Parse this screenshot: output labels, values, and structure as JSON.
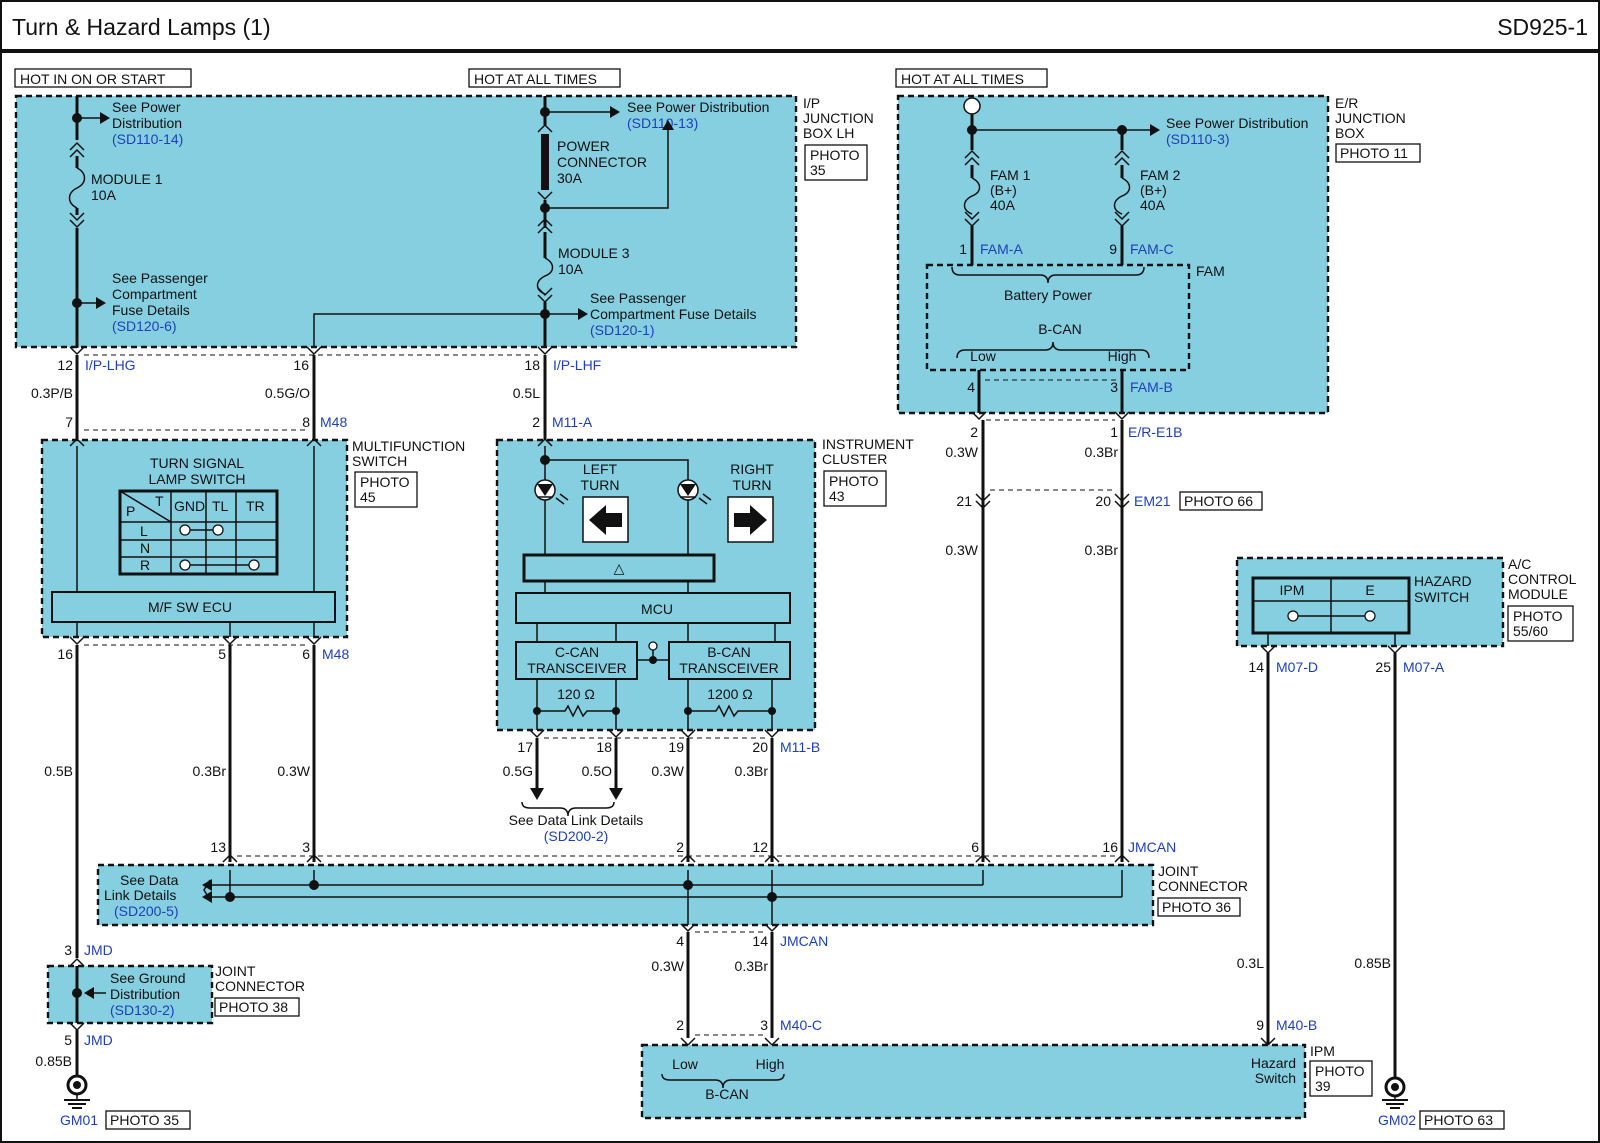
{
  "header": {
    "title": "Turn & Hazard Lamps (1)",
    "code": "SD925-1"
  },
  "power": {
    "hot_on_start": "HOT IN ON OR START",
    "hot_all_times_1": "HOT AT ALL TIMES",
    "hot_all_times_2": "HOT AT ALL TIMES"
  },
  "ip_box": {
    "name_1": "I/P",
    "name_2": "JUNCTION",
    "name_3": "BOX LH",
    "photo_1": "PHOTO",
    "photo_2": "35",
    "ref_power_1": "See Power",
    "ref_power_2": "Distribution",
    "ref_power_3": "(SD110-14)",
    "module1_1": "MODULE 1",
    "module1_2": "10A",
    "ref_pass_1": "See Passenger",
    "ref_pass_2": "Compartment",
    "ref_pass_3": "Fuse Details",
    "ref_pass_4": "(SD120-6)",
    "ref_power_b_1": "See Power Distribution",
    "ref_power_b_2": "(SD110-13)",
    "powercon_1": "POWER",
    "powercon_2": "CONNECTOR",
    "powercon_3": "30A",
    "module3_1": "MODULE 3",
    "module3_2": "10A",
    "ref_pass_b_1": "See Passenger",
    "ref_pass_b_2": "Compartment Fuse Details",
    "ref_pass_b_3": "(SD120-1)"
  },
  "er_box": {
    "name_1": "E/R",
    "name_2": "JUNCTION",
    "name_3": "BOX",
    "photo": "PHOTO 11",
    "ref_power_1": "See Power Distribution",
    "ref_power_2": "(SD110-3)",
    "fam1_1": "FAM 1",
    "fam1_2": "(B+)",
    "fam1_3": "40A",
    "fam2_1": "FAM 2",
    "fam2_2": "(B+)",
    "fam2_3": "40A",
    "pin1": "1",
    "conn_a": "FAM-A",
    "pin9": "9",
    "conn_c": "FAM-C",
    "fam": "FAM",
    "battery": "Battery Power",
    "bcan": "B-CAN",
    "low": "Low",
    "high": "High",
    "pin4": "4",
    "pin3": "3",
    "conn_b": "FAM-B"
  },
  "wires_top": {
    "p12": "12",
    "c_iplhg": "I/P-LHG",
    "p16": "16",
    "p18": "18",
    "c_iplhf": "I/P-LHF",
    "w1": "0.3P/B",
    "w2": "0.5G/O",
    "w3": "0.5L",
    "p7": "7",
    "p8": "8",
    "c_m48": "M48",
    "p2": "2",
    "c_m11a": "M11-A",
    "er_p2": "2",
    "er_p1": "1",
    "c_ere1b": "E/R-E1B",
    "er_w1": "0.3W",
    "er_w2": "0.3Br",
    "em_p21": "21",
    "em_p20": "20",
    "c_em21": "EM21",
    "em_photo": "PHOTO 66",
    "em_w1": "0.3W",
    "em_w2": "0.3Br"
  },
  "mf_switch": {
    "name_1": "MULTIFUNCTION",
    "name_2": "SWITCH",
    "photo_1": "PHOTO",
    "photo_2": "45",
    "tsl_1": "TURN SIGNAL",
    "tsl_2": "LAMP SWITCH",
    "h_p": "P",
    "h_t": "T",
    "h_gnd": "GND",
    "h_tl": "TL",
    "h_tr": "TR",
    "r_l": "L",
    "r_n": "N",
    "r_r": "R",
    "ecu": "M/F SW ECU",
    "p16": "16",
    "p5": "5",
    "p6": "6",
    "c_m48": "M48"
  },
  "cluster": {
    "name_1": "INSTRUMENT",
    "name_2": "CLUSTER",
    "photo_1": "PHOTO",
    "photo_2": "43",
    "left_1": "LEFT",
    "left_2": "TURN",
    "right_1": "RIGHT",
    "right_2": "TURN",
    "warn": "△",
    "mcu": "MCU",
    "ccan_1": "C-CAN",
    "ccan_2": "TRANSCEIVER",
    "bcan_1": "B-CAN",
    "bcan_2": "TRANSCEIVER",
    "r120": "120 Ω",
    "r1200": "1200 Ω",
    "p17": "17",
    "p18": "18",
    "p19": "19",
    "p20": "20",
    "c_m11b": "M11-B",
    "w_05g": "0.5G",
    "w_05o": "0.5O",
    "w_03w": "0.3W",
    "w_03br": "0.3Br",
    "dl_1": "See Data Link Details",
    "dl_2": "(SD200-2)"
  },
  "hazard": {
    "name_1": "HAZARD",
    "name_2": "SWITCH",
    "ipm": "IPM",
    "e": "E",
    "acm_1": "A/C",
    "acm_2": "CONTROL",
    "acm_3": "MODULE",
    "photo_1": "PHOTO",
    "photo_2": "55/60",
    "p14": "14",
    "c_m07d": "M07-D",
    "p25": "25",
    "c_m07a": "M07-A"
  },
  "mid_wires": {
    "w05b": "0.5B",
    "w03br": "0.3Br",
    "w03w": "0.3W"
  },
  "jc_main": {
    "name_1": "JOINT",
    "name_2": "CONNECTOR",
    "photo": "PHOTO 36",
    "dl_1": "See Data",
    "dl_2": "Link Details",
    "dl_3": "(SD200-5)",
    "p13": "13",
    "p3": "3",
    "p2": "2",
    "p12": "12",
    "p6": "6",
    "p16": "16",
    "c_jmcan": "JMCAN",
    "p4": "4",
    "p14": "14",
    "c_jmcan2": "JMCAN",
    "w03w": "0.3W",
    "w03br": "0.3Br"
  },
  "jc_ground": {
    "p3": "3",
    "c_jmd": "JMD",
    "ref_1": "See Ground",
    "ref_2": "Distribution",
    "ref_3": "(SD130-2)",
    "name_1": "JOINT",
    "name_2": "CONNECTOR",
    "photo": "PHOTO 38",
    "p5": "5",
    "c_jmd2": "JMD",
    "w085b": "0.85B",
    "gnd": "GM01",
    "gnd_photo": "PHOTO 35"
  },
  "ipm": {
    "p2": "2",
    "p3": "3",
    "c_m40c": "M40-C",
    "p9": "9",
    "c_m40b": "M40-B",
    "low": "Low",
    "high": "High",
    "bcan": "B-CAN",
    "hz_1": "Hazard",
    "hz_2": "Switch",
    "name": "IPM",
    "photo_1": "PHOTO",
    "photo_2": "39",
    "w03l": "0.3L",
    "w085b": "0.85B",
    "gnd": "GM02",
    "gnd_photo": "PHOTO 63"
  }
}
